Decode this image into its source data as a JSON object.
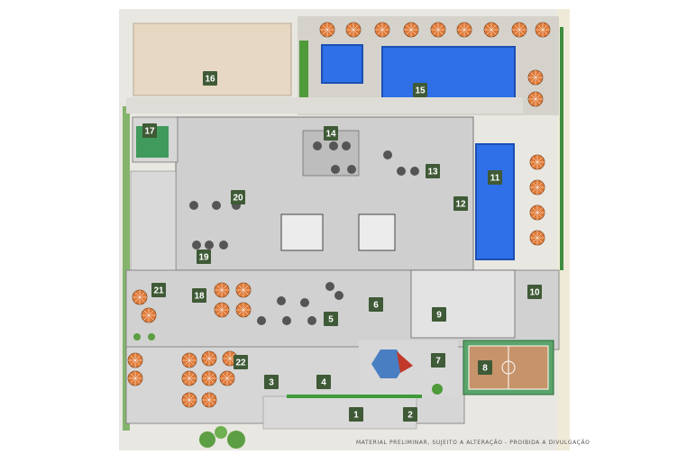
{
  "caption": "MATERIAL PRELIMINAR, SUJEITO A ALTERAÇÃO - PROIBIDA A DIVULGAÇÃO",
  "colors": {
    "badge": "#3f5a36",
    "pool": "#2f6fe8",
    "floor": "#cfcfcf",
    "grass": "#4f9a3a",
    "court": "#2e8b57",
    "umbrella": "#e07b39"
  },
  "areas": [
    {
      "num": "1",
      "name": "area-1"
    },
    {
      "num": "2",
      "name": "area-2"
    },
    {
      "num": "3",
      "name": "area-3"
    },
    {
      "num": "4",
      "name": "area-4"
    },
    {
      "num": "5",
      "name": "area-5"
    },
    {
      "num": "6",
      "name": "area-6"
    },
    {
      "num": "7",
      "name": "area-7-playground"
    },
    {
      "num": "8",
      "name": "area-8-sports-court"
    },
    {
      "num": "9",
      "name": "area-9-gym"
    },
    {
      "num": "10",
      "name": "area-10"
    },
    {
      "num": "11",
      "name": "area-11-lap-pool"
    },
    {
      "num": "12",
      "name": "area-12"
    },
    {
      "num": "13",
      "name": "area-13"
    },
    {
      "num": "14",
      "name": "area-14-game-room"
    },
    {
      "num": "15",
      "name": "area-15-main-pool"
    },
    {
      "num": "16",
      "name": "area-16-sand-court"
    },
    {
      "num": "17",
      "name": "area-17"
    },
    {
      "num": "18",
      "name": "area-18"
    },
    {
      "num": "19",
      "name": "area-19"
    },
    {
      "num": "20",
      "name": "area-20"
    },
    {
      "num": "21",
      "name": "area-21"
    },
    {
      "num": "22",
      "name": "area-22"
    }
  ]
}
